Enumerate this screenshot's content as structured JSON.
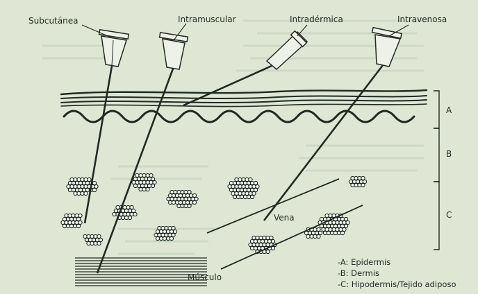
{
  "diagram": {
    "needles": [
      {
        "id": "subcutanea",
        "label": "Subcutánea"
      },
      {
        "id": "intramuscular",
        "label": "Intramuscular"
      },
      {
        "id": "intradermica",
        "label": "Intradérmica"
      },
      {
        "id": "intravenosa",
        "label": "Intravenosa"
      }
    ],
    "layers": [
      {
        "key": "A",
        "label": "A"
      },
      {
        "key": "B",
        "label": "B"
      },
      {
        "key": "C",
        "label": "C"
      }
    ],
    "structures": {
      "vein": "Vena",
      "muscle": "Músculo"
    },
    "legend": [
      "-A: Epidermis",
      "-B: Dermis",
      "-C: Hipodermis/Tejido adiposo"
    ]
  }
}
